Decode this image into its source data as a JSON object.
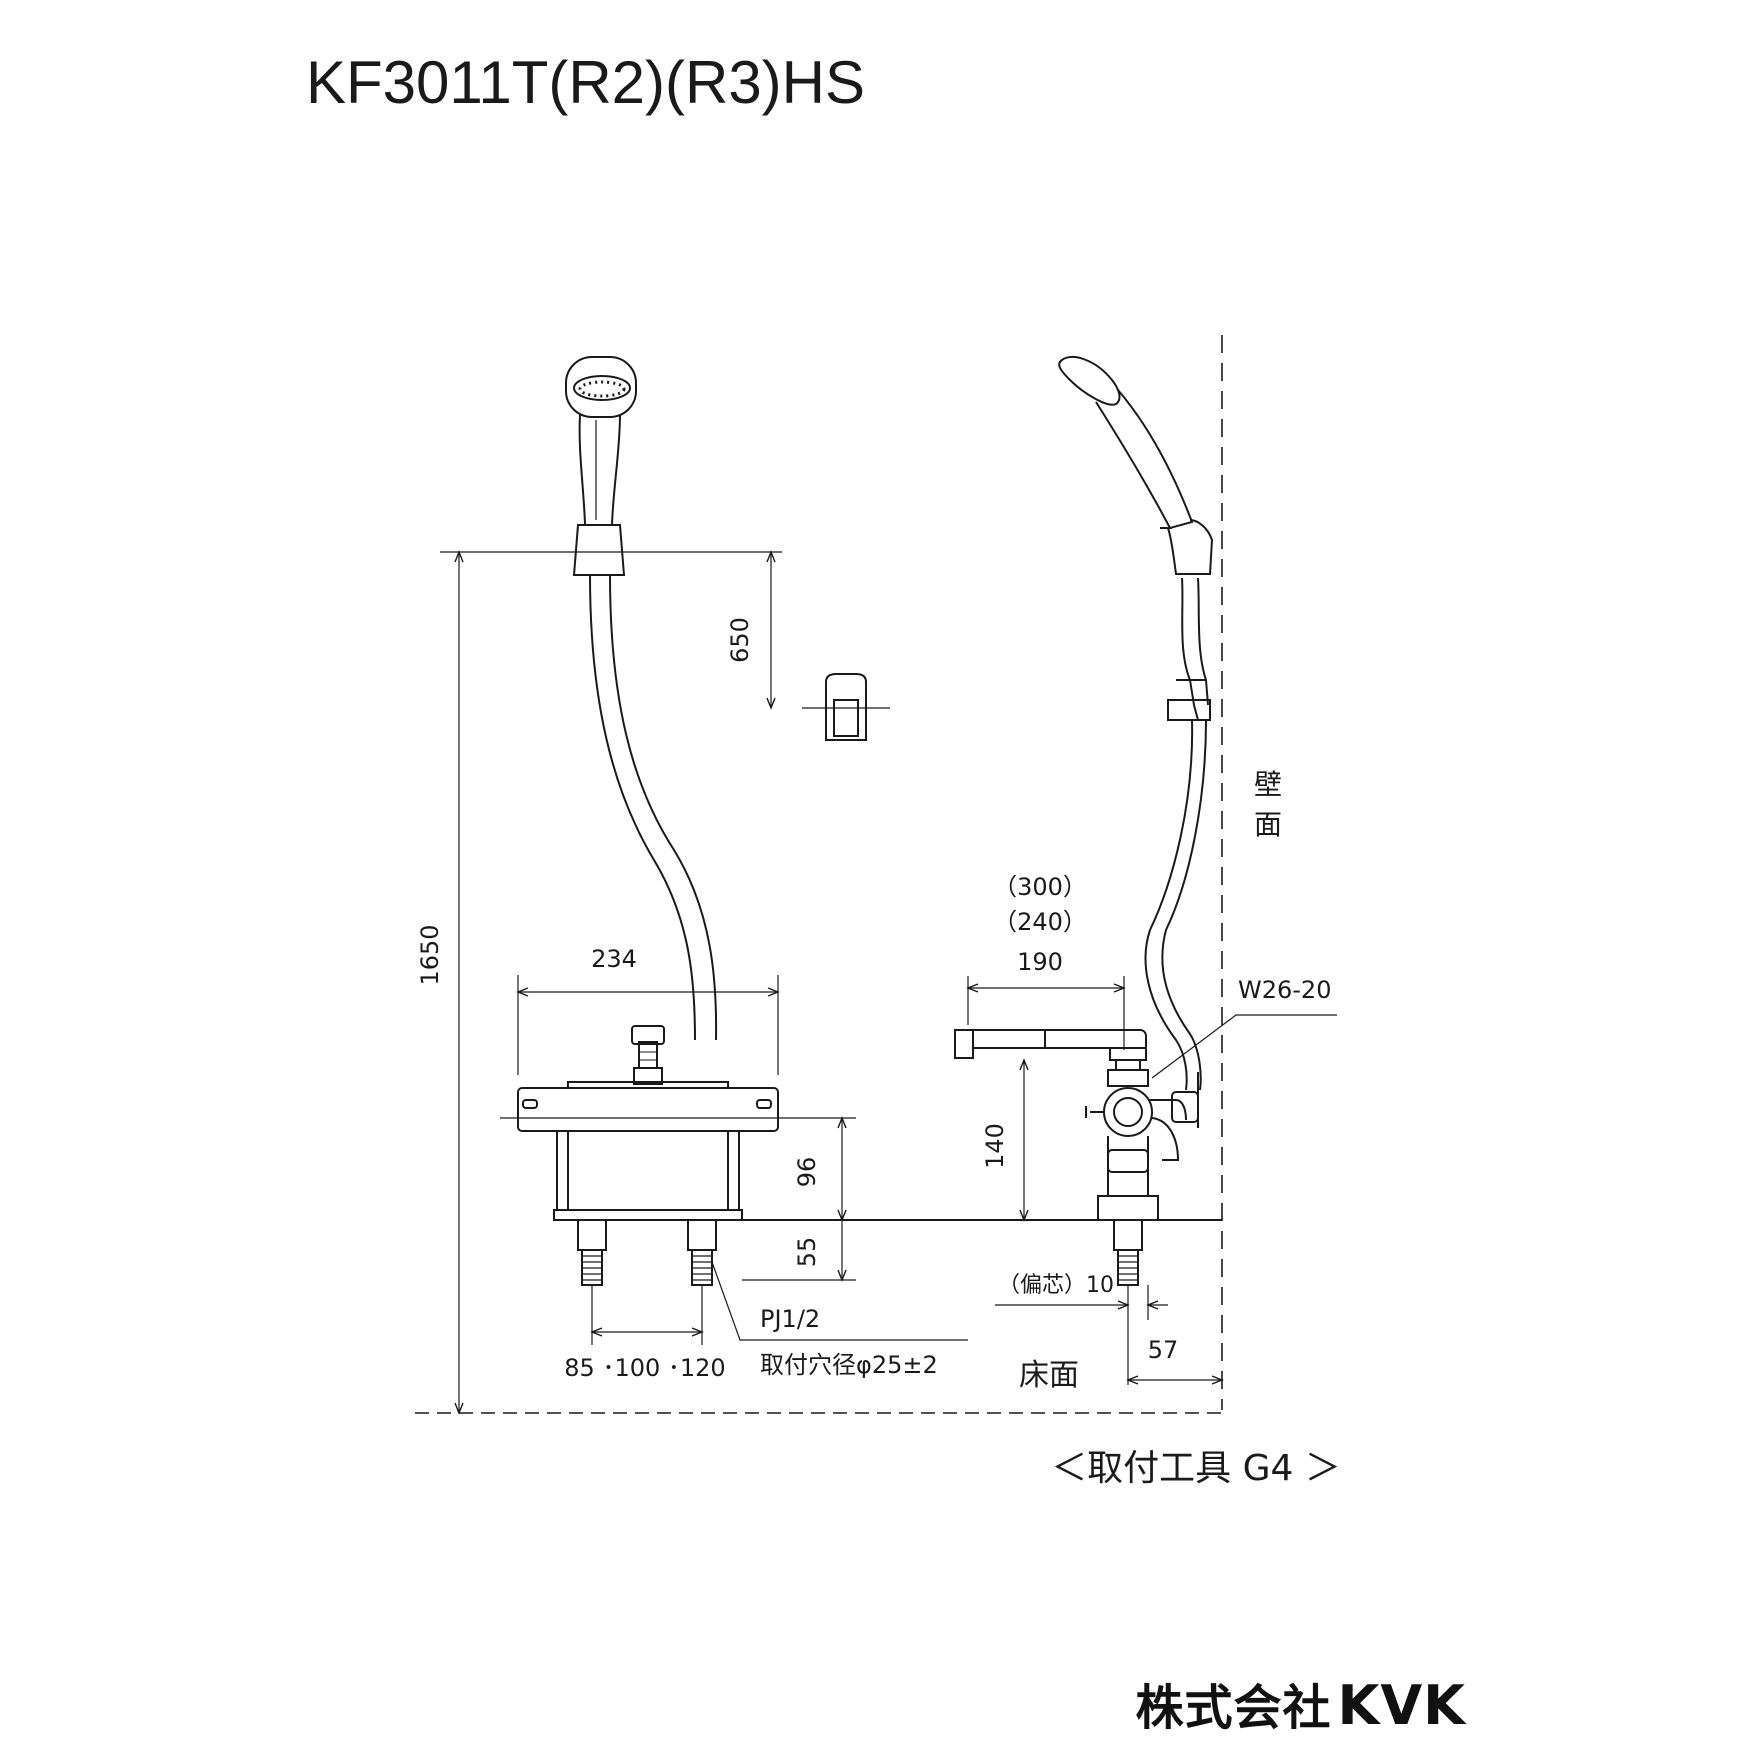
{
  "title": "KF3011T(R2)(R3)HS",
  "labels": {
    "dim_650": "650",
    "dim_1650": "1650",
    "dim_234": "234",
    "dim_96": "96",
    "dim_55": "55",
    "dim_300": "（300）",
    "dim_240": "（240）",
    "dim_190": "190",
    "dim_140": "140",
    "dim_57": "57",
    "offset": "（偏芯）10",
    "w_thread": "W26-20",
    "pj": "PJ1/2",
    "hole": "取付穴径φ25±2",
    "pitch": "85 ･100 ･120",
    "wall": "壁面",
    "floor": "床面",
    "tool": "＜取付工具 G4 ＞"
  },
  "brand": {
    "company": "株式会社",
    "logo": "KVK"
  }
}
